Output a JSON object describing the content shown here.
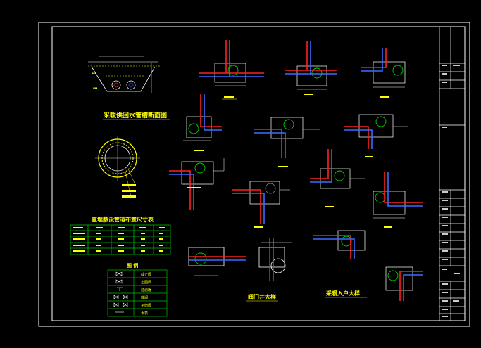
{
  "drawing": {
    "title_trench": "采暖供回水管槽断面图",
    "title_table": "直埋敷设管道布置尺寸表",
    "title_legend": "图 例",
    "title_valve_well": "阀门井大样",
    "title_entry": "采暖入户大样"
  },
  "legend": {
    "items": [
      "截止阀",
      "止回阀",
      "过滤器",
      "蝶阀",
      "平衡阀",
      "水表"
    ]
  },
  "colors": {
    "background": "#000000",
    "frame": "#ffffff",
    "supply_pipe": "#ff2020",
    "return_pipe": "#3a6cff",
    "table_line": "#00c000",
    "text_yellow": "#ffff00",
    "dim_cyan": "#00e0e0"
  },
  "icons": [
    "valve-icon",
    "check-valve-icon",
    "filter-icon",
    "butterfly-valve-icon",
    "balance-valve-icon",
    "water-meter-icon"
  ]
}
